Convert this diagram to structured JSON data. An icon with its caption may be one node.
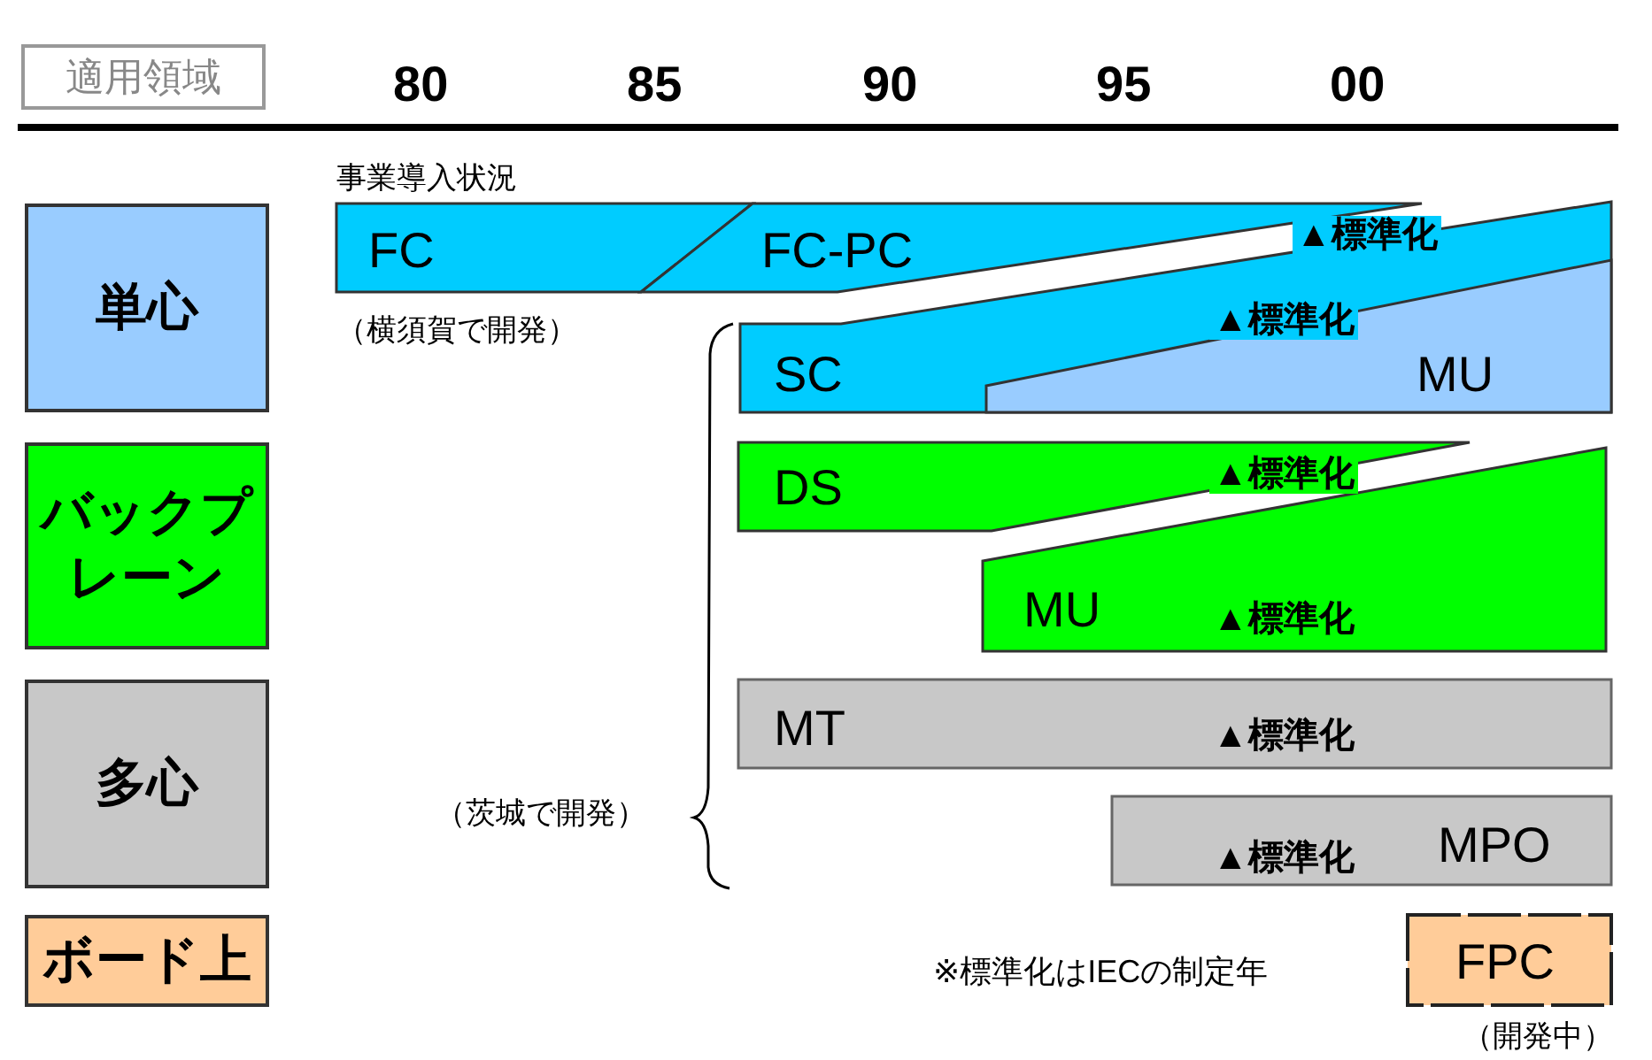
{
  "diagram": {
    "nodes": [
      {
        "text": [
          "適用領域"
        ]
      },
      {
        "text": [
          "単心"
        ]
      },
      {
        "text": [
          "バックプレーン"
        ]
      },
      {
        "text": [
          "多心"
        ]
      },
      {
        "text": [
          "ボード上"
        ]
      },
      {
        "text": [
          "FC"
        ]
      },
      {
        "text": [
          "FC-PC",
          "▲標準化"
        ]
      },
      {
        "text": [
          "SC",
          "▲標準化"
        ]
      },
      {
        "text": [
          "MU"
        ],
        "in": 7
      },
      {
        "text": [
          "DS",
          "▲標準化"
        ]
      },
      {
        "text": [
          "MU",
          "▲標準化"
        ]
      },
      {
        "text": [
          "MT",
          "▲標準化"
        ]
      },
      {
        "text": [
          "▲標準化",
          "MPO"
        ]
      },
      {
        "text": [
          "FPC"
        ],
        "beside": [
          "（開発中）"
        ]
      }
    ],
    "labels": [
      "80",
      "85",
      "90",
      "95",
      "00",
      "事業導入状況",
      "（横須賀で開発）",
      "（茨城で開発）",
      "※標準化はIECの制定年"
    ]
  }
}
